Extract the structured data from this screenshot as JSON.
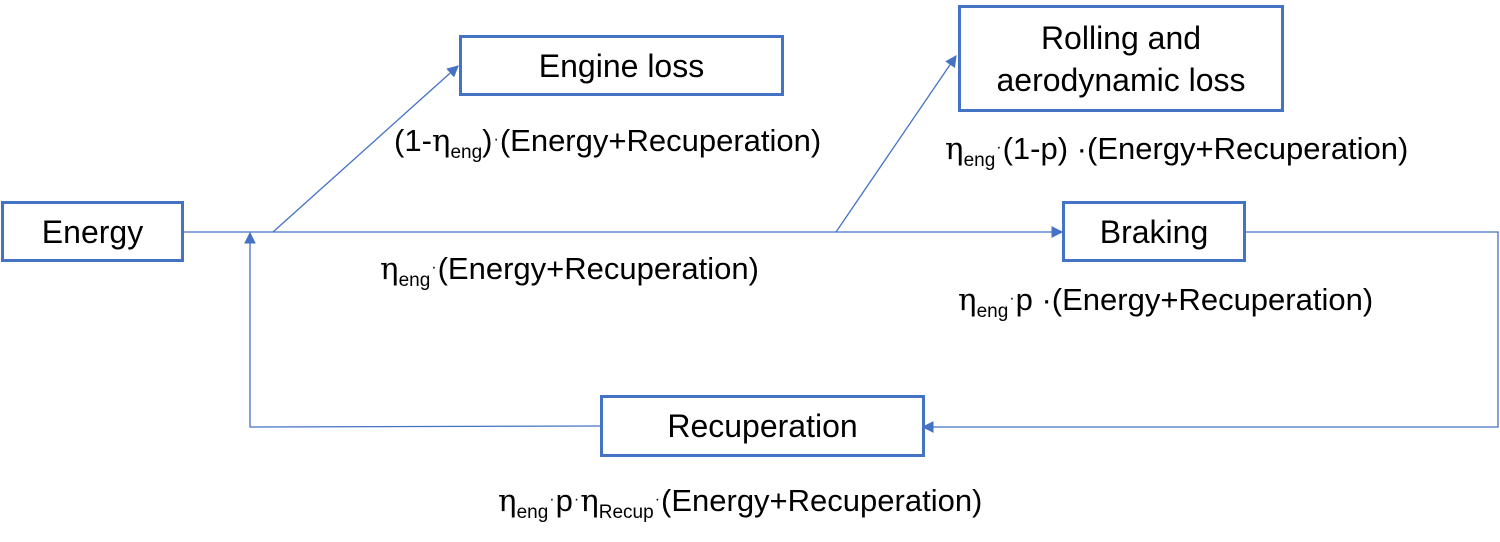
{
  "boxes": {
    "energy": "Energy",
    "engine_loss": "Engine loss",
    "rolling_line1": "Rolling and",
    "rolling_line2": "aerodynamic loss",
    "braking": "Braking",
    "recuperation": "Recuperation"
  },
  "formulas": {
    "engine_loss": {
      "prefix": "(1-",
      "eta": "η",
      "sub1": "eng",
      "mid": ")",
      "dot": "·",
      "rest": "(Energy+Recuperation)"
    },
    "rolling": {
      "eta": "η",
      "sub1": "eng",
      "dot": "·",
      "rest": "(1-p) ·(Energy+Recuperation)"
    },
    "main": {
      "eta": "η",
      "sub1": "eng",
      "dot": "·",
      "rest": "(Energy+Recuperation)"
    },
    "braking": {
      "eta": "η",
      "sub1": "eng",
      "dot": "·",
      "rest": "p ·(Energy+Recuperation)"
    },
    "recuperation": {
      "eta": "η",
      "sub1": "eng",
      "dot": "·",
      "p": "p",
      "dot2": "·",
      "eta2": "η",
      "sub2": "Recup",
      "dot3": "·",
      "rest": "(Energy+Recuperation)"
    }
  },
  "colors": {
    "line": "#4472C4"
  }
}
